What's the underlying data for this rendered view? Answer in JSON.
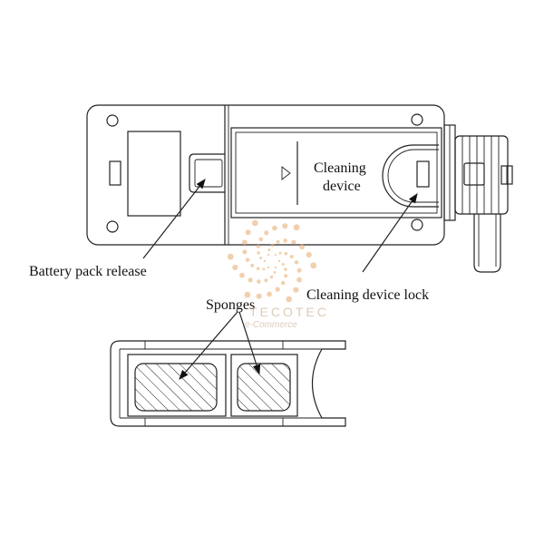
{
  "labels": {
    "cleaning_device_line1": "Cleaning",
    "cleaning_device_line2": "device",
    "battery_pack_release": "Battery pack release",
    "cleaning_device_lock": "Cleaning device lock",
    "sponges": "Sponges"
  },
  "watermark": {
    "brand": "TECOTEC",
    "tagline": "e-Commerce",
    "color": "#e8b27a"
  },
  "colors": {
    "ink": "#222222",
    "background": "#ffffff"
  }
}
